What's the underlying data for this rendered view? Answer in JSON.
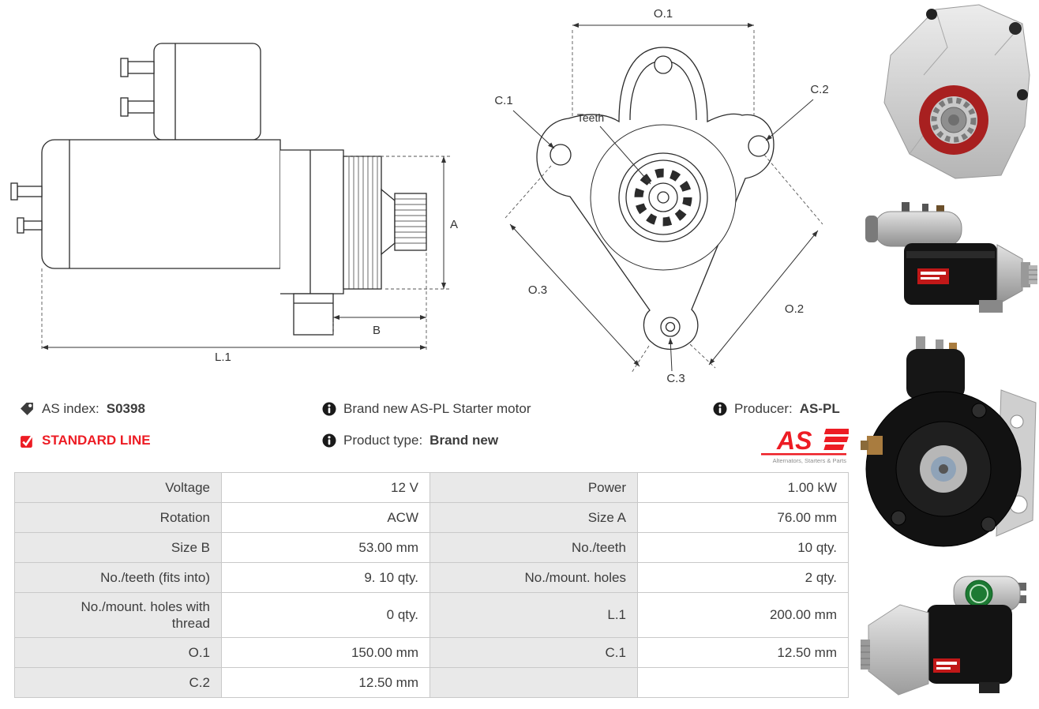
{
  "info": {
    "as_index_label": "AS index:",
    "as_index_value": "S0398",
    "standard_line": "STANDARD LINE",
    "brand_new": "Brand new AS-PL Starter motor",
    "product_type_label": "Product type:",
    "product_type_value": "Brand new",
    "producer_label": "Producer:",
    "producer_value": "AS-PL",
    "logo_text": "AS",
    "logo_tagline": "Alternators, Starters & Parts"
  },
  "diagram_labels": {
    "side": {
      "a": "A",
      "b": "B",
      "l1": "L.1"
    },
    "front": {
      "o1": "O.1",
      "o2": "O.2",
      "o3": "O.3",
      "c1": "C.1",
      "c2": "C.2",
      "c3": "C.3",
      "teeth": "Teeth"
    }
  },
  "spec_table": {
    "rows": [
      {
        "label1": "Voltage",
        "value1": "12 V",
        "label2": "Power",
        "value2": "1.00 kW"
      },
      {
        "label1": "Rotation",
        "value1": "ACW",
        "label2": "Size A",
        "value2": "76.00 mm"
      },
      {
        "label1": "Size B",
        "value1": "53.00 mm",
        "label2": "No./teeth",
        "value2": "10 qty."
      },
      {
        "label1": "No./teeth (fits into)",
        "value1": "9. 10 qty.",
        "label2": "No./mount. holes",
        "value2": "2 qty."
      },
      {
        "label1": "No./mount. holes with thread",
        "value1": "0 qty.",
        "label2": "L.1",
        "value2": "200.00 mm"
      },
      {
        "label1": "O.1",
        "value1": "150.00 mm",
        "label2": "C.1",
        "value2": "12.50 mm"
      },
      {
        "label1": "C.2",
        "value1": "12.50 mm",
        "label2": "",
        "value2": ""
      }
    ]
  },
  "colors": {
    "accent_red": "#ed1c24",
    "table_label_bg": "#e9e9e9",
    "table_border": "#c9c9c9"
  }
}
